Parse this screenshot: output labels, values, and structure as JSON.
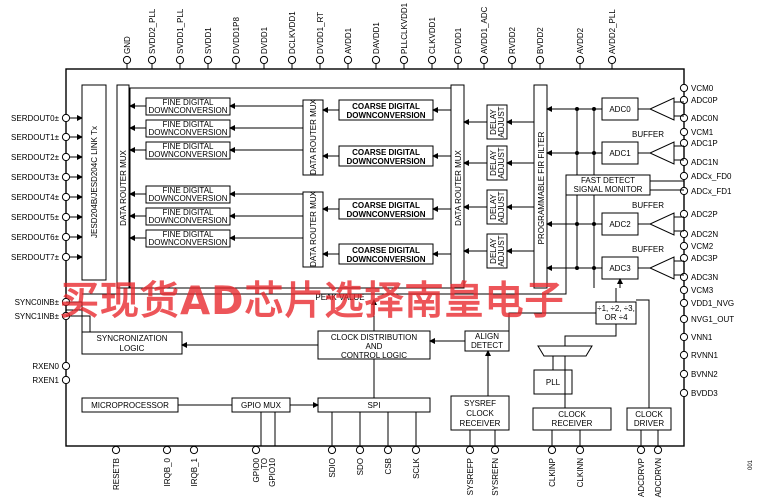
{
  "top_pins": [
    "GND",
    "SVDD2_PLL",
    "SVDD1_PLL",
    "SVDD1",
    "DVDD1P8",
    "DVDD1",
    "DCLKVDD1",
    "DVDD1_RT",
    "AVDD1",
    "DAVDD1",
    "PLLCLKVDD1",
    "CLKVDD1",
    "FVDD1",
    "AVDD1_ADC",
    "RVDD2",
    "BVDD2",
    "AVDD2",
    "AVDD2_PLL"
  ],
  "left_pins": [
    "SERDOUT0±",
    "SERDOUT1±",
    "SERDOUT2±",
    "SERDOUT3±",
    "SERDOUT4±",
    "SERDOUT5±",
    "SERDOUT6±",
    "SERDOUT7±",
    "SYNC0INB±",
    "SYNC1INB±",
    "RXEN0",
    "RXEN1"
  ],
  "right_pins": [
    "VCM0",
    "ADC0P",
    "ADC0N",
    "VCM1",
    "ADC1P",
    "ADC1N",
    "ADCx_FD0",
    "ADCx_FD1",
    "ADC2P",
    "ADC2N",
    "VCM2",
    "ADC3P",
    "ADC3N",
    "VCM3",
    "VDD1_NVG",
    "NVG1_OUT",
    "VNN1",
    "RVNN1",
    "BVNN2",
    "BVDD3"
  ],
  "bottom_pins": [
    "RESETB",
    "IRQB_0",
    "IRQB_1",
    "GPIO0 TO GPIO10",
    "SDIO",
    "SDO",
    "CSB",
    "SCLK",
    "SYSREFP",
    "SYSREFN",
    "CLKINP",
    "CLKINN",
    "ADCDRVP",
    "ADCDRVN"
  ],
  "blocks": {
    "jesd": "JESD204B/JESD204C LINK Tx",
    "mux_left": "DATA ROUTER MUX",
    "mux_mid1": "DATA ROUTER MUX",
    "mux_mid2": "DATA ROUTER MUX",
    "mux_right": "DATA ROUTER MUX",
    "fine": "FINE DIGITAL DOWNCONVERSION",
    "coarse": "COARSE DIGITAL DOWNCONVERSION",
    "delay": "DELAY ADJUST",
    "fir": "PROGRAMMABLE FIR FILTER",
    "adc0": "ADC0",
    "adc1": "ADC1",
    "adc2": "ADC2",
    "adc3": "ADC3",
    "buffer": "BUFFER",
    "fast_detect": "FAST DETECT SIGNAL MONITOR",
    "peak": "PEAK VALUE",
    "sync": "SYNCRONIZATION LOGIC",
    "clock_dist": "CLOCK DISTRIBUTION AND CONTROL LOGIC",
    "align": "ALIGN DETECT",
    "divider": "÷1, ÷2, ÷3, OR ÷4",
    "pll": "PLL",
    "clock_receiver": "CLOCK RECEIVER",
    "sysref_receiver": "SYSREF CLOCK RECEIVER",
    "clock_driver": "CLOCK DRIVER",
    "micro": "MICROPROCESSOR",
    "gpio_mux": "GPIO MUX",
    "spi": "SPI"
  },
  "watermark": "买现货AD芯片选择南皇电子",
  "figure_id": "001",
  "colors": {
    "watermark": "#e8262b"
  }
}
